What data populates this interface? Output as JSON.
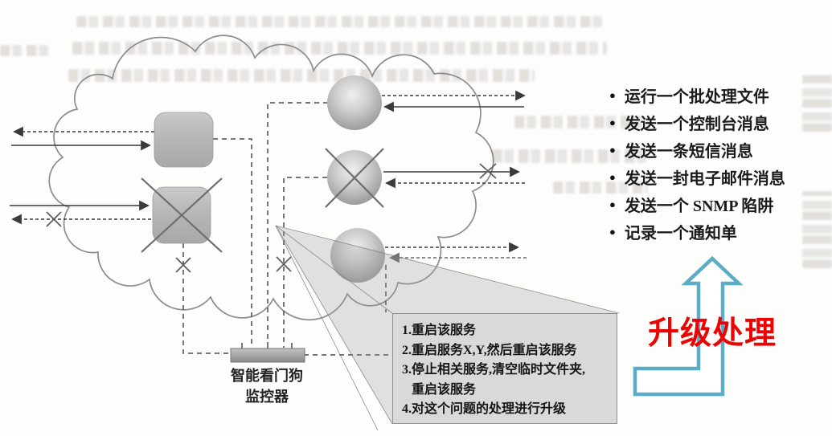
{
  "figure": {
    "description_labels": {
      "watchdog_line1": "智能看门狗",
      "watchdog_line2": "监控器"
    }
  },
  "notifications": {
    "items": [
      "运行一个批处理文件",
      "发送一个控制台消息",
      "发送一条短信消息",
      "发送一封电子邮件消息",
      "发送一个 SNMP 陷阱",
      "记录一个通知单"
    ]
  },
  "actions": {
    "lines": [
      "1.重启该服务",
      "2.重启服务X,Y,然后重启该服务",
      "3.停止相关服务,清空临时文件夹,",
      "重启该服务",
      "4.对这个问题的处理进行升级"
    ]
  },
  "escalation": {
    "label": "升级处理"
  },
  "colors": {
    "escalation_red": "#ea0404",
    "arrow_teal": "#5badc6",
    "node_gray": "#b9b9b9",
    "box_gray": "#d9d9d9"
  }
}
